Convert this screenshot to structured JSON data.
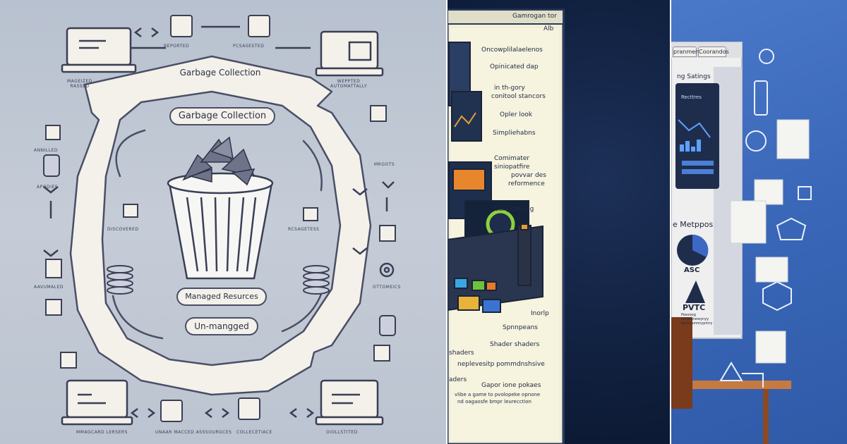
{
  "panel1": {
    "title_top": "Garbage Collection",
    "title_inner": "Garbage Collection",
    "label_managed": "Managed Resurces",
    "label_unmanaged": "Un-mangged",
    "tiny": {
      "reported": "REPORTED",
      "processed": "PCSASESTED",
      "managed_left": "MAGEIZED\nRASSED",
      "marked_auto": "WEPPTED\nAUTOMATTALLY",
      "annulled": "ANNILLED",
      "apodies": "APODIES",
      "mrgots": "MRGOTS",
      "discovered": "DISCOVERED",
      "recastess": "RCSAGETESS",
      "aavumaled": "AAVUMALED",
      "ottomeics": "OTTOMEICS",
      "bottom_left": "MMAGCARD LERSERS",
      "bottom_mid": "UNAAR MACCED ASSSOURGCES",
      "bottom_collect": "COLLECETIACE",
      "bottom_right": "OIOLLSTITED"
    }
  },
  "panel2": {
    "title_bar": "Gamrogan tor",
    "title_bar_small": "Alb",
    "lines": [
      "Oncowplilalaelenos",
      "Opinicated dap",
      "in th-gory",
      "conitool stancors",
      "Opler look",
      "Simpliehabns",
      "Comimater",
      "siniopatfire",
      "povvar des",
      "reformence",
      "Cenpumsing",
      "Inorlp",
      "Spnnpeans",
      "Shader shaders",
      "shaders",
      "neplevesitp pommdnshsive",
      "Gapor ione pokaes",
      "vlibe a game to pvolopeke opnone",
      "nd oagaosfe bmpr leurecction",
      "aders"
    ]
  },
  "panel3": {
    "tab1": "pranmeng",
    "tab2": "Coorandos",
    "settings": "ng Satings",
    "card_header": "Recttres",
    "section": "e Metppos",
    "asc": "ASC",
    "pvtc": "PVTC",
    "pvtc_sub": "Pesooog\nnnnwnnewynyy\nnnnvnunnnypmry"
  },
  "colors": {
    "line": "#4a4f66",
    "cream": "#f3f1ea",
    "blue_bg": "#3a67b8",
    "navy": "#10203e"
  }
}
